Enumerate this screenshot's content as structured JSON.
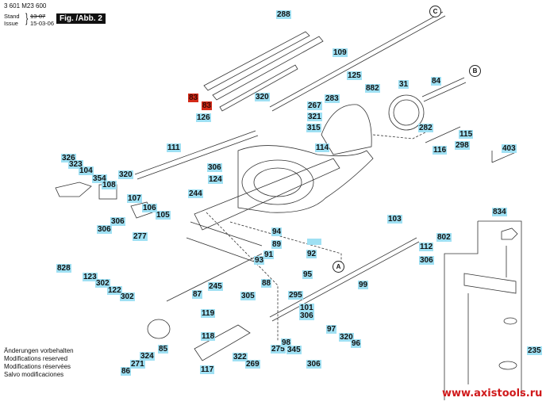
{
  "header": {
    "part_code": "3 601 M23 600",
    "stand_label": "Stand",
    "issue_label": "Issue",
    "stand_date": "13-07",
    "issue_date": "15-03-06",
    "figure_label": "Fig. /Abb. 2"
  },
  "notes": [
    "Änderungen vorbehalten",
    "Modifications reserved",
    "Modifications réservées",
    "Salvo modificaciones"
  ],
  "watermark": "www.axistools.ru",
  "colors": {
    "label_bg": "#9fe0f3",
    "highlight_bg": "#d42a18",
    "watermark": "#d0191b"
  },
  "callouts": {
    "a": "A",
    "b": "B",
    "c": "C"
  },
  "labels": {
    "p288": "288",
    "p109": "109",
    "p83a": "83",
    "p83b": "83",
    "p126": "126",
    "p320a": "320",
    "p125": "125",
    "p882": "882",
    "p283": "283",
    "p267": "267",
    "p321": "321",
    "p315": "315",
    "p31": "31",
    "p84": "84",
    "p282": "282",
    "p115": "115",
    "p116": "116",
    "p298": "298",
    "p114": "114",
    "p403": "403",
    "p111": "111",
    "p326": "326",
    "p323": "323",
    "p104": "104",
    "p354": "354",
    "p108": "108",
    "p320b": "320",
    "p306a": "306",
    "p124": "124",
    "p107": "107",
    "p244": "244",
    "p106": "106",
    "p105": "105",
    "p306b": "306",
    "p306c": "306",
    "p277": "277",
    "p828": "828",
    "p123": "123",
    "p302a": "302",
    "p122": "122",
    "p302b": "302",
    "p245": "245",
    "p87": "87",
    "p94": "94",
    "p89": "89",
    "p92": "92",
    "p91": "91",
    "p93": "93",
    "p88": "88",
    "p95": "95",
    "p305": "305",
    "p295": "295",
    "p103": "103",
    "p802": "802",
    "p112": "112",
    "p306d": "306",
    "p99": "99",
    "p834": "834",
    "p101": "101",
    "p306e": "306",
    "p119": "119",
    "p118": "118",
    "p85": "85",
    "p324": "324",
    "p271": "271",
    "p86": "86",
    "p117": "117",
    "p322": "322",
    "p269": "269",
    "p275": "275",
    "p98": "98",
    "p345": "345",
    "p97": "97",
    "p320c": "320",
    "p96": "96",
    "p306f": "306",
    "p235": "235"
  }
}
